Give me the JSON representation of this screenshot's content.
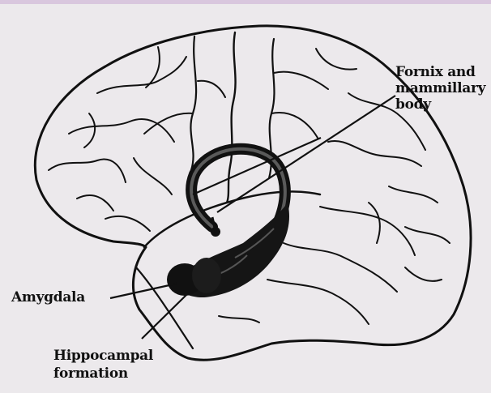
{
  "labels": {
    "fornix_line1": "Fornix and",
    "fornix_line2": "mammillary",
    "fornix_line3": "body",
    "amygdala": "Amygdala",
    "hippocampal_line1": "Hippocampal",
    "hippocampal_line2": "formation"
  },
  "colors": {
    "background": "#ece9ec",
    "top_strip": "#d9c7de",
    "outline": "#111111",
    "structure_fill": "#1a1a1a"
  }
}
